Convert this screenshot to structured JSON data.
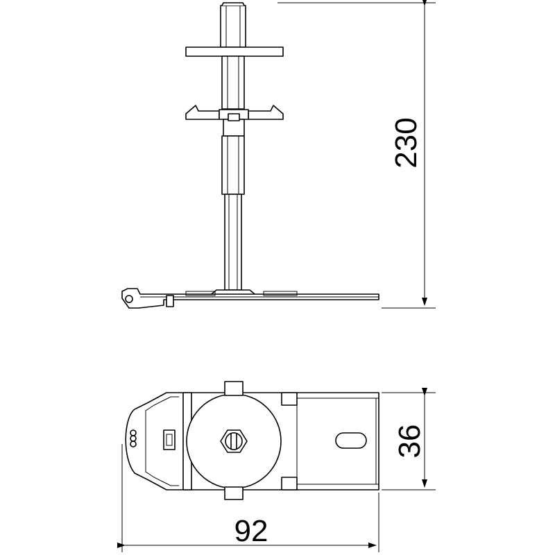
{
  "dimensions": {
    "height": "230",
    "width_top": "36",
    "length": "92"
  }
}
